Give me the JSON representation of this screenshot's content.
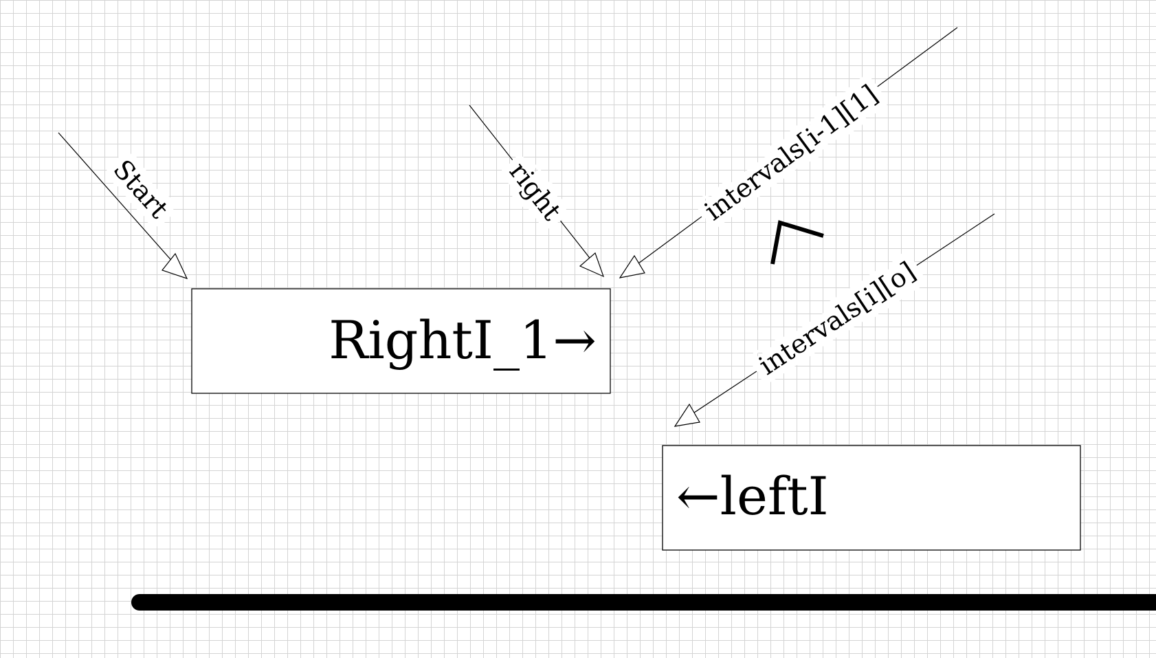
{
  "boxes": {
    "right_box": {
      "text": "RightI_1→"
    },
    "left_box": {
      "text": "←leftI"
    }
  },
  "labels": {
    "start": "Start",
    "right": "right",
    "prev_end": "intervals[i-1][1]",
    "curr_start": "intervals[i][o]"
  },
  "colors": {
    "grid": "#d4d4d4",
    "stroke": "#000000",
    "background": "#ffffff"
  }
}
